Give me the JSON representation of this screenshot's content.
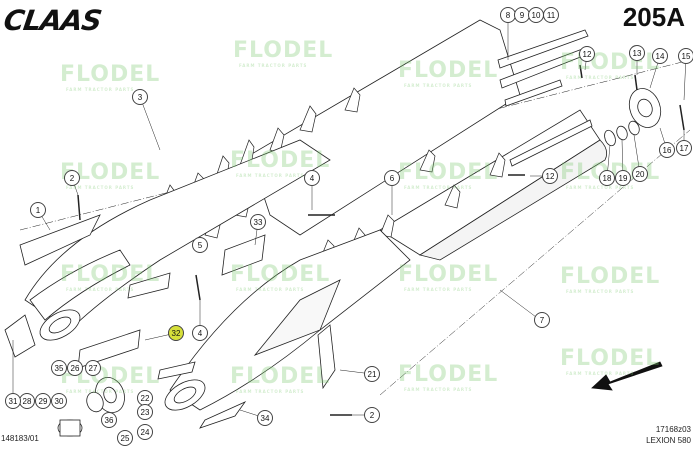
{
  "header": {
    "brand": "CLAAS",
    "page_number": "205A"
  },
  "footer": {
    "left_code": "148183/01",
    "drawing_code": "17168z03",
    "model": "LEXION 580"
  },
  "watermark": {
    "text": "FLODEL",
    "tagline": "FARM TRACTOR PARTS"
  },
  "callouts": [
    {
      "label": "1"
    },
    {
      "label": "2"
    },
    {
      "label": "2"
    },
    {
      "label": "3"
    },
    {
      "label": "4"
    },
    {
      "label": "4"
    },
    {
      "label": "5"
    },
    {
      "label": "6"
    },
    {
      "label": "7"
    },
    {
      "label": "8"
    },
    {
      "label": "9"
    },
    {
      "label": "10"
    },
    {
      "label": "11"
    },
    {
      "label": "12"
    },
    {
      "label": "12"
    },
    {
      "label": "13"
    },
    {
      "label": "14"
    },
    {
      "label": "15"
    },
    {
      "label": "16"
    },
    {
      "label": "17"
    },
    {
      "label": "18"
    },
    {
      "label": "19"
    },
    {
      "label": "20"
    },
    {
      "label": "21"
    },
    {
      "label": "22"
    },
    {
      "label": "23"
    },
    {
      "label": "24"
    },
    {
      "label": "25"
    },
    {
      "label": "26"
    },
    {
      "label": "27"
    },
    {
      "label": "28"
    },
    {
      "label": "29"
    },
    {
      "label": "30"
    },
    {
      "label": "31"
    },
    {
      "label": "32"
    },
    {
      "label": "33"
    },
    {
      "label": "34"
    },
    {
      "label": "35"
    },
    {
      "label": "36"
    }
  ],
  "colors": {
    "highlight": "#d6df3a",
    "watermark": "#78c86e",
    "line": "#222222"
  }
}
